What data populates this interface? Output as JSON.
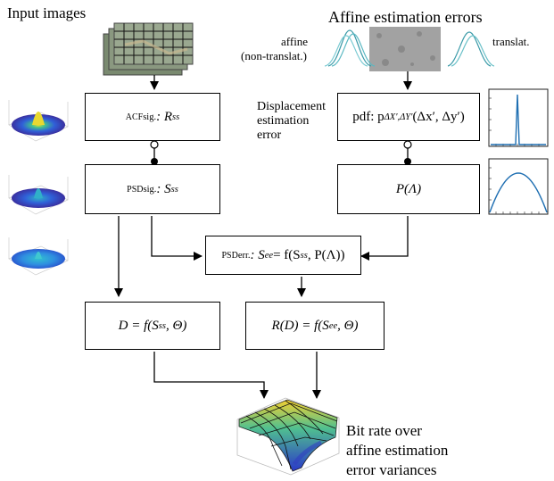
{
  "headers": {
    "input_images": "Input images",
    "affine_errors": "Affine estimation errors"
  },
  "labels": {
    "affine_line1": "affine",
    "affine_line2": "(non-translat.)",
    "translat": "translat.",
    "displacement_line1": "Displacement",
    "displacement_line2": "estimation",
    "displacement_line3": "error"
  },
  "boxes": {
    "acf": {
      "prefix": "ACF",
      "sub": "sig.",
      "expr": ": R",
      "expr_sub": "ss"
    },
    "psd_sig": {
      "prefix": "PSD",
      "sub": "sig.",
      "expr": ": S",
      "expr_sub": "ss"
    },
    "psd_err": {
      "prefix": "PSD",
      "sub": "err.",
      "expr": ": S",
      "expr_sub": "ee",
      "rhs": " = f(S",
      "rhs_sub": "ss",
      "rhs_tail": ", P(Λ))"
    },
    "pdf": {
      "text": "pdf: p",
      "sub": "ΔX′,ΔY′",
      "tail": "(Δx′, Δy′)"
    },
    "p_lambda": {
      "text": "P(Λ)"
    },
    "d_box": {
      "text": "D = f(S",
      "sub": "ss",
      "tail": ", Θ)"
    },
    "r_box": {
      "text": "R(D) = f(S",
      "sub": "ee",
      "tail": ", Θ)"
    }
  },
  "bitrate": {
    "line1": "Bit rate over",
    "line2": "affine estimation",
    "line3": "error variances"
  },
  "colors": {
    "curve": "#3a9aa8",
    "peak_curve": "#1f6fb2",
    "surface_blue": "#2a4ad0",
    "surface_yellow": "#f0c020"
  }
}
